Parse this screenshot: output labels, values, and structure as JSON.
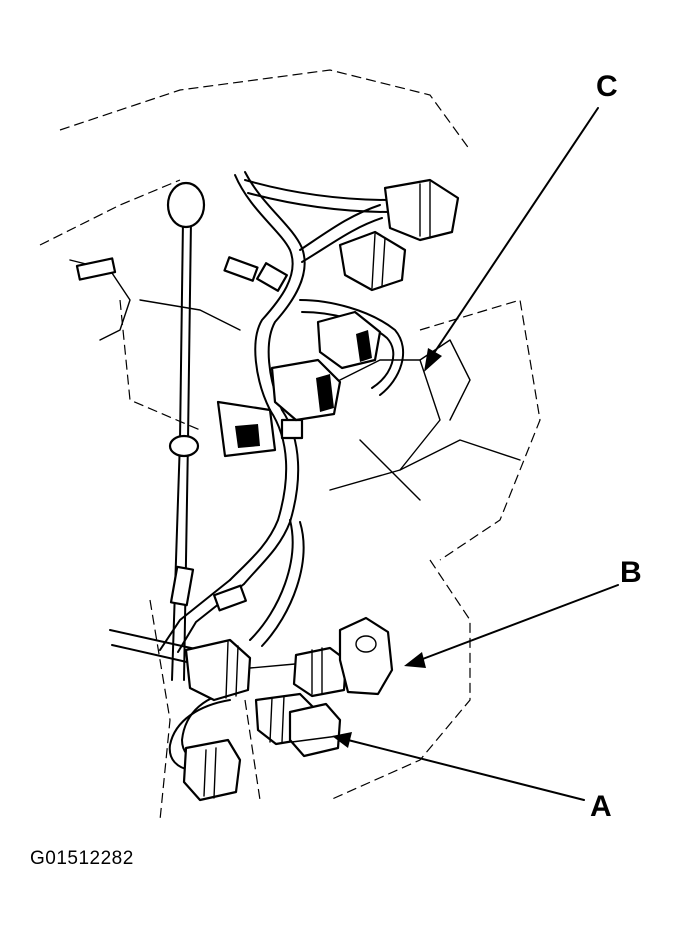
{
  "callouts": {
    "a": "A",
    "b": "B",
    "c": "C"
  },
  "figure_id": "G01512282"
}
